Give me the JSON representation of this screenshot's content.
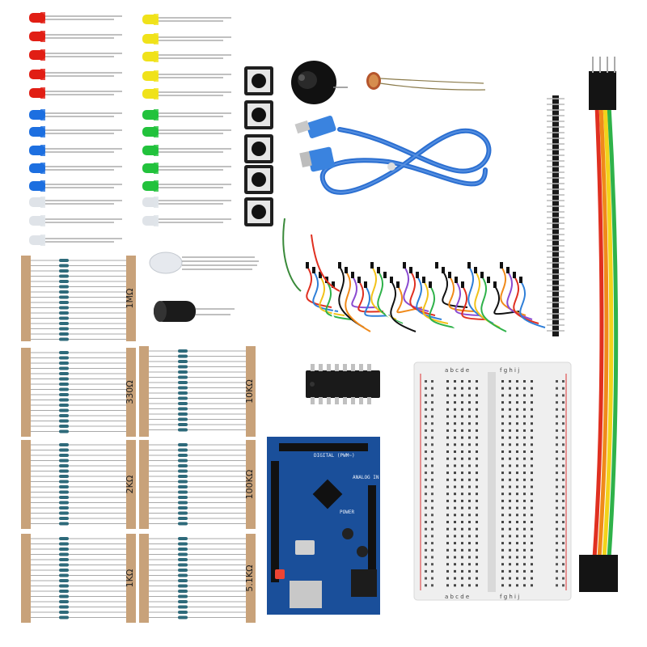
{
  "image": {
    "subject": "electronics starter kit components"
  },
  "resistor_packs": [
    {
      "label": "1MΩ"
    },
    {
      "label": "330Ω"
    },
    {
      "label": "10KΩ"
    },
    {
      "label": "2KΩ"
    },
    {
      "label": "100KΩ"
    },
    {
      "label": "1KΩ"
    },
    {
      "label": "5.1KΩ"
    }
  ],
  "board": {
    "analog_label": "ANALOG IN",
    "power_label": "POWER",
    "digital_label": "DIGITAL (PWM~)"
  },
  "breadboard": {
    "columns_left": "a b c d e",
    "columns_right": "f g h i j"
  },
  "colors": {
    "led_red": "#e11e14",
    "led_yellow": "#f0e21a",
    "led_blue": "#1d6fe0",
    "led_green": "#22c23c",
    "led_clear": "#dfe3e8",
    "tape": "#c8a27a",
    "board_blue": "#1a4f9a",
    "usb_cable": "#2b6fd1",
    "breadboard": "#efefef"
  }
}
